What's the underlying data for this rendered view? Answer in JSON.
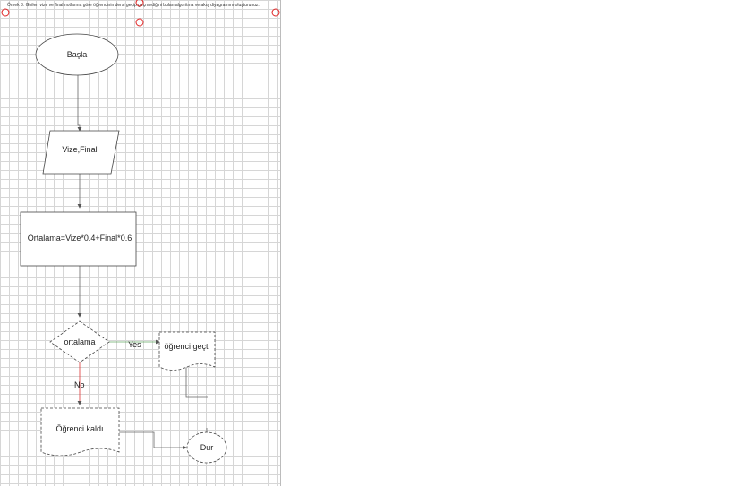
{
  "task": {
    "text": "Örnek 3: Girilen vize ve final notlarına göre öğrencinin dersi geçip geçmediğini bulan algoritma ve akış diyagramını oluşturunuz."
  },
  "flowchart": {
    "start": "Başla",
    "input": "Vize,Final",
    "process": "Ortalama=Vize*0.4+Final*0.6",
    "decision": "ortalama",
    "yes_label": "Yes",
    "no_label": "No",
    "pass_output": "öğrenci geçti",
    "fail_output": "Öğrenci kaldı",
    "end": "Dur"
  },
  "colors": {
    "no_branch": "#d33333",
    "yes_branch": "#66aa66",
    "selection_handle": "#e02020"
  }
}
